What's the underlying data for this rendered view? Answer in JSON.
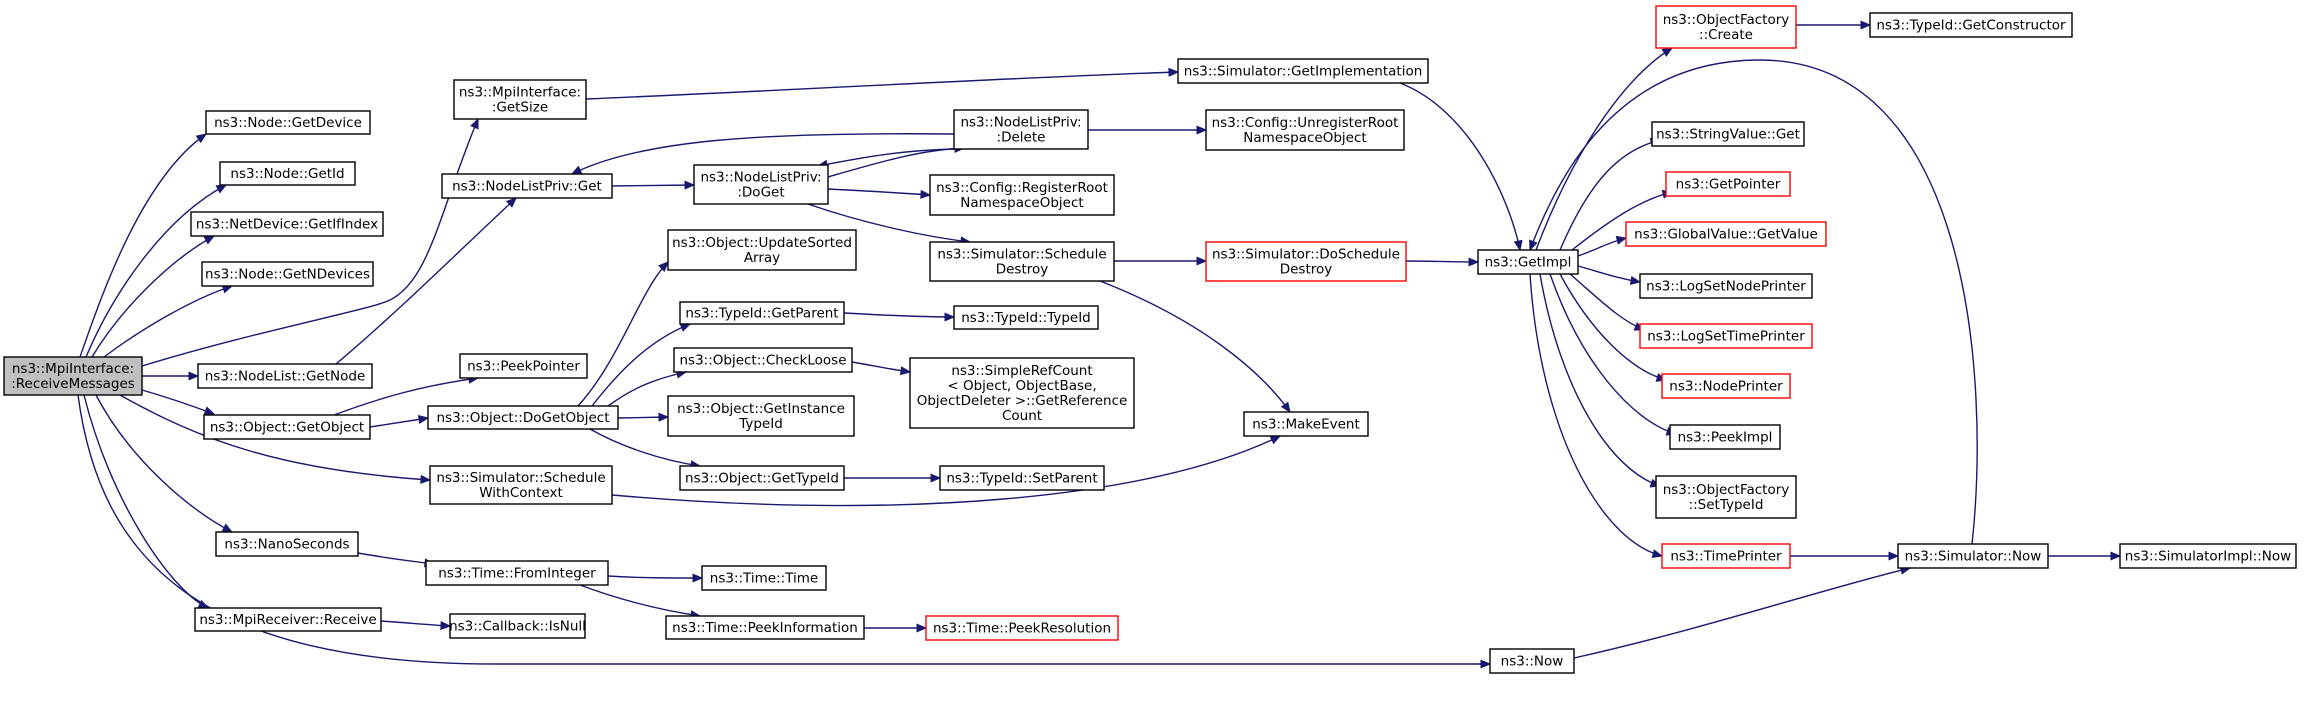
{
  "colors": {
    "edge": "#191970",
    "truncated_border": "#ff0000",
    "root_fill": "#bfbfbf"
  },
  "nodes": {
    "root": [
      "ns3::MpiInterface:",
      ":ReceiveMessages"
    ],
    "getdevice": [
      "ns3::Node::GetDevice"
    ],
    "getid": [
      "ns3::Node::GetId"
    ],
    "getifindex": [
      "ns3::NetDevice::GetIfIndex"
    ],
    "getndevices": [
      "ns3::Node::GetNDevices"
    ],
    "getsize": [
      "ns3::MpiInterface:",
      ":GetSize"
    ],
    "nodelist_getnode": [
      "ns3::NodeList::GetNode"
    ],
    "obj_getobject": [
      "ns3::Object::GetObject"
    ],
    "sim_schedwithctx": [
      "ns3::Simulator::Schedule",
      "WithContext"
    ],
    "nanoseconds": [
      "ns3::NanoSeconds"
    ],
    "mpireceiver": [
      "ns3::MpiReceiver::Receive"
    ],
    "nlp_get": [
      "ns3::NodeListPriv::Get"
    ],
    "peekpointer": [
      "ns3::PeekPointer"
    ],
    "dogetobject": [
      "ns3::Object::DoGetObject"
    ],
    "fromint": [
      "ns3::Time::FromInteger"
    ],
    "callback_isnull": [
      "ns3::Callback::IsNull"
    ],
    "getimpl_sim": [
      "ns3::Simulator::GetImplementation"
    ],
    "nlp_delete": [
      "ns3::NodeListPriv:",
      ":Delete"
    ],
    "nlp_doget": [
      "ns3::NodeListPriv:",
      ":DoGet"
    ],
    "updatesorted": [
      "ns3::Object::UpdateSorted",
      "Array"
    ],
    "typeid_getparent": [
      "ns3::TypeId::GetParent"
    ],
    "checkloose": [
      "ns3::Object::CheckLoose"
    ],
    "getinstancetypeid": [
      "ns3::Object::GetInstance",
      "TypeId"
    ],
    "obj_gettypeid": [
      "ns3::Object::GetTypeId"
    ],
    "time_time": [
      "ns3::Time::Time"
    ],
    "peekinfo": [
      "ns3::Time::PeekInformation"
    ],
    "unregister": [
      "ns3::Config::UnregisterRoot",
      "NamespaceObject"
    ],
    "register": [
      "ns3::Config::RegisterRoot",
      "NamespaceObject"
    ],
    "schedule_destroy": [
      "ns3::Simulator::Schedule",
      "Destroy"
    ],
    "typeid_typeid": [
      "ns3::TypeId::TypeId"
    ],
    "simplerefcount": [
      "ns3::SimpleRefCount",
      "< Object, ObjectBase,",
      " ObjectDeleter >::GetReference",
      "Count"
    ],
    "typeid_setparent": [
      "ns3::TypeId::SetParent"
    ],
    "peekresolution": [
      "ns3::Time::PeekResolution"
    ],
    "doscheduledestroy": [
      "ns3::Simulator::DoSchedule",
      "Destroy"
    ],
    "makeevent": [
      "ns3::MakeEvent"
    ],
    "ns3now": [
      "ns3::Now"
    ],
    "getimpl": [
      "ns3::GetImpl"
    ],
    "of_create": [
      "ns3::ObjectFactory",
      "::Create"
    ],
    "getconstructor": [
      "ns3::TypeId::GetConstructor"
    ],
    "stringvalue_get": [
      "ns3::StringValue::Get"
    ],
    "getpointer": [
      "ns3::GetPointer"
    ],
    "globalvalue": [
      "ns3::GlobalValue::GetValue"
    ],
    "lognodeprinter": [
      "ns3::LogSetNodePrinter"
    ],
    "logtimeprinter": [
      "ns3::LogSetTimePrinter"
    ],
    "nodeprinter": [
      "ns3::NodePrinter"
    ],
    "peekimpl": [
      "ns3::PeekImpl"
    ],
    "of_settypeid": [
      "ns3::ObjectFactory",
      "::SetTypeId"
    ],
    "timeprinter": [
      "ns3::TimePrinter"
    ],
    "sim_now": [
      "ns3::Simulator::Now"
    ],
    "simimpl_now": [
      "ns3::SimulatorImpl::Now"
    ]
  }
}
